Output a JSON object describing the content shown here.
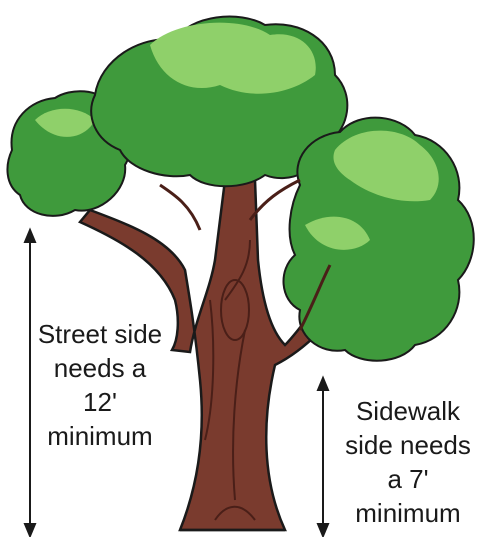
{
  "street_label": {
    "lines": [
      "Street side",
      "needs a",
      "12'",
      "minimum"
    ]
  },
  "sidewalk_label": {
    "lines": [
      "Sidewalk",
      "side needs",
      "a 7'",
      "minimum"
    ]
  },
  "colors": {
    "trunk": "#7a3b2e",
    "trunk_dark": "#4a1f18",
    "leaf_dark": "#3f9a3c",
    "leaf_light": "#8fd06a",
    "outline": "#1a1a1a"
  }
}
